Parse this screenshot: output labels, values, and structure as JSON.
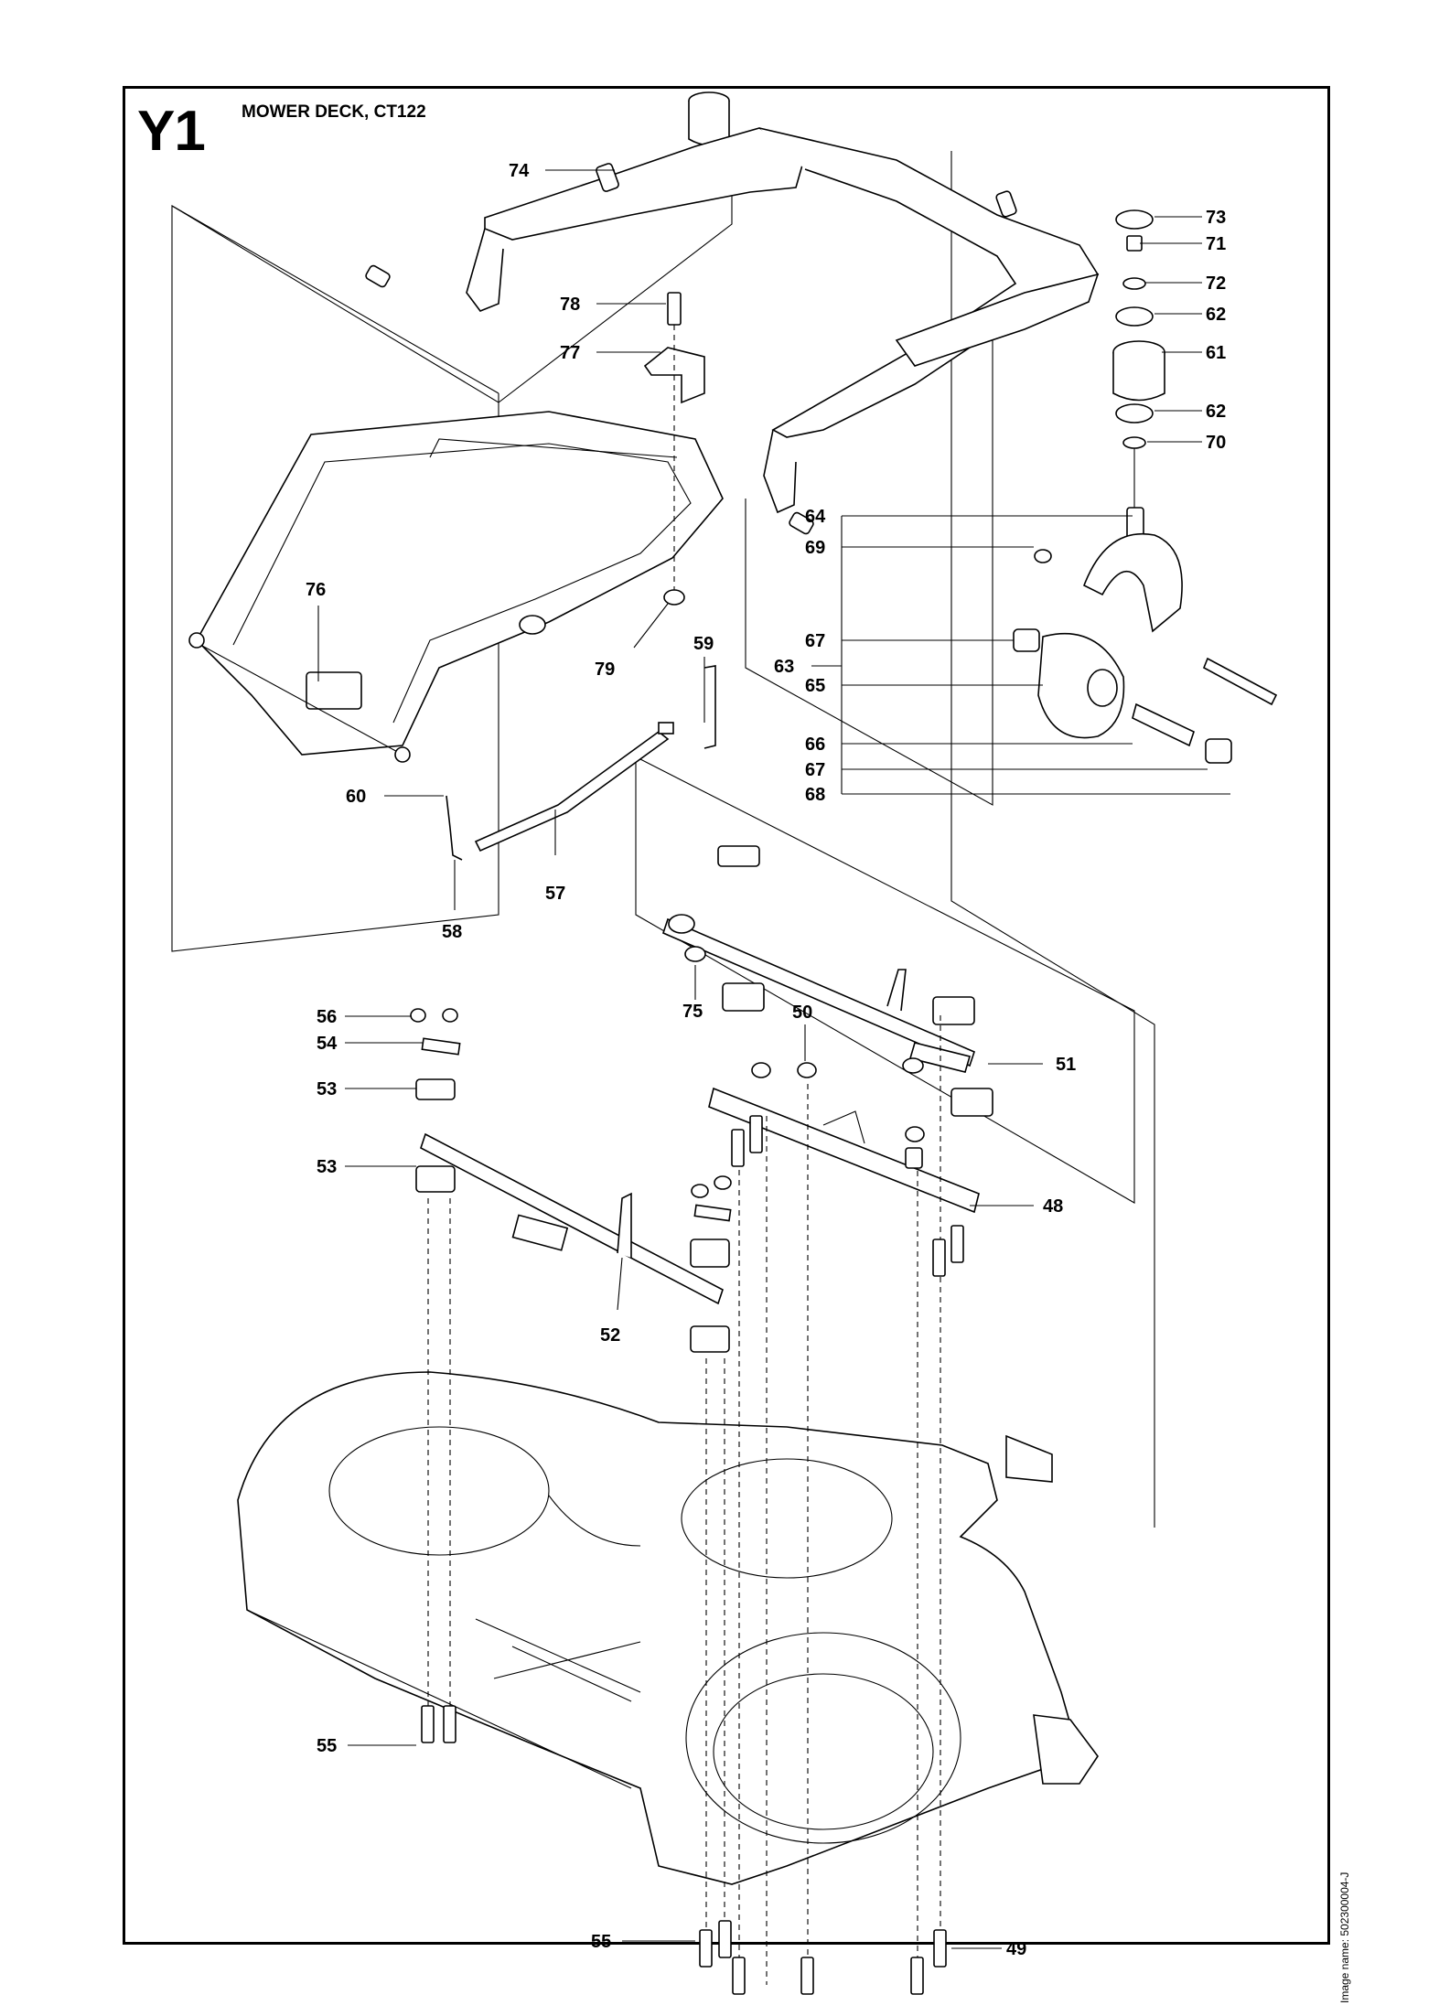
{
  "page": {
    "section_code": "Y1",
    "title": "MOWER DECK, CT122",
    "image_name": "Image name: 502300004-J"
  },
  "callouts": [
    {
      "id": "c74",
      "label": "74"
    },
    {
      "id": "c73",
      "label": "73"
    },
    {
      "id": "c71",
      "label": "71"
    },
    {
      "id": "c72",
      "label": "72"
    },
    {
      "id": "c62a",
      "label": "62"
    },
    {
      "id": "c61",
      "label": "61"
    },
    {
      "id": "c62b",
      "label": "62"
    },
    {
      "id": "c70",
      "label": "70"
    },
    {
      "id": "c78",
      "label": "78"
    },
    {
      "id": "c77",
      "label": "77"
    },
    {
      "id": "c76",
      "label": "76"
    },
    {
      "id": "c79",
      "label": "79"
    },
    {
      "id": "c59",
      "label": "59"
    },
    {
      "id": "c60",
      "label": "60"
    },
    {
      "id": "c57",
      "label": "57"
    },
    {
      "id": "c58",
      "label": "58"
    },
    {
      "id": "c64",
      "label": "64"
    },
    {
      "id": "c69",
      "label": "69"
    },
    {
      "id": "c63",
      "label": "63"
    },
    {
      "id": "c67a",
      "label": "67"
    },
    {
      "id": "c65",
      "label": "65"
    },
    {
      "id": "c66",
      "label": "66"
    },
    {
      "id": "c67b",
      "label": "67"
    },
    {
      "id": "c68",
      "label": "68"
    },
    {
      "id": "c56",
      "label": "56"
    },
    {
      "id": "c54",
      "label": "54"
    },
    {
      "id": "c53a",
      "label": "53"
    },
    {
      "id": "c53b",
      "label": "53"
    },
    {
      "id": "c75",
      "label": "75"
    },
    {
      "id": "c50",
      "label": "50"
    },
    {
      "id": "c51",
      "label": "51"
    },
    {
      "id": "c48",
      "label": "48"
    },
    {
      "id": "c52",
      "label": "52"
    },
    {
      "id": "c55a",
      "label": "55"
    },
    {
      "id": "c55b",
      "label": "55"
    },
    {
      "id": "c49",
      "label": "49"
    }
  ]
}
